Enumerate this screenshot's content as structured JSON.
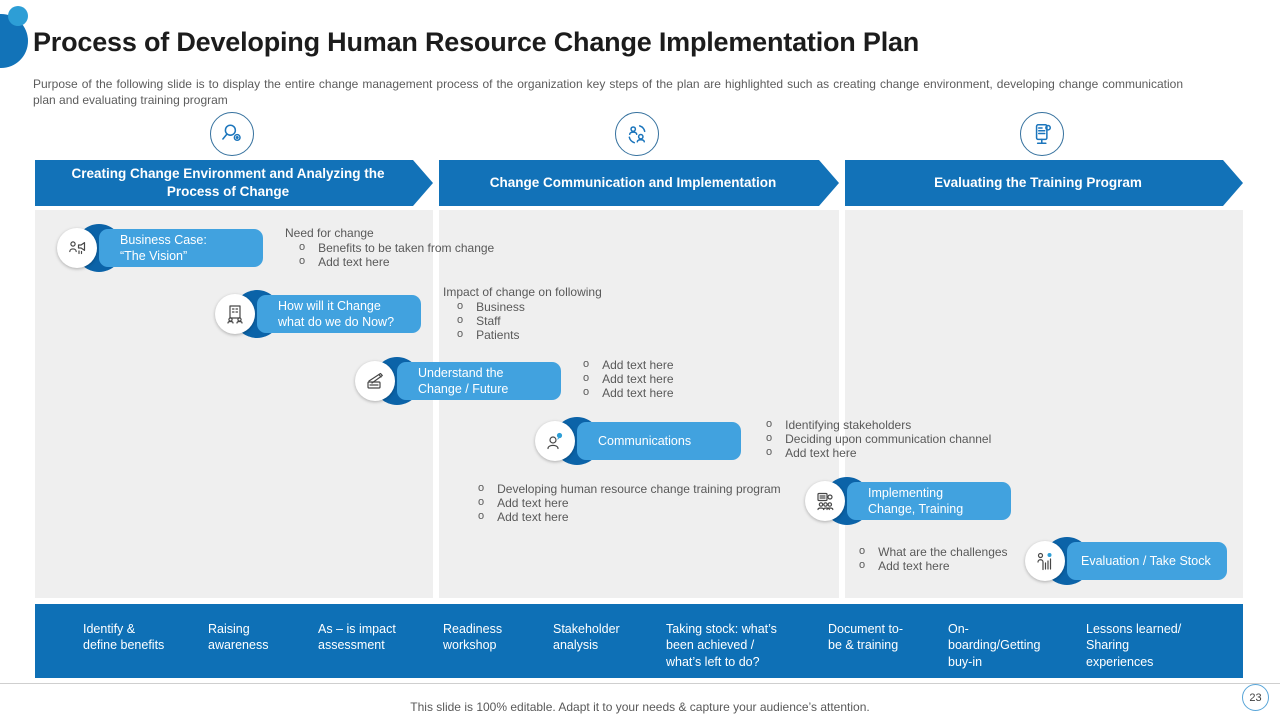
{
  "slide": {
    "title": "Process of Developing Human Resource Change Implementation Plan",
    "subtitle": "Purpose of the following slide is to display the entire change management process of the organization key steps of the plan are highlighted such as creating change environment,  developing  change communication plan and evaluating  training program",
    "footer": "This slide is 100% editable. Adapt it to your needs & capture your audience’s attention.",
    "page_number": "23"
  },
  "colors": {
    "primary_blue": "#1272B8",
    "light_blue": "#41A2DF",
    "crescent_blue": "#0B63A8",
    "panel_gray": "#EFEFEF",
    "text_gray": "#595959"
  },
  "columns": [
    {
      "header": "Creating Change Environment and Analyzing the Process of Change",
      "icon": "analysis-magnifier-icon"
    },
    {
      "header": "Change Communication and Implementation",
      "icon": "people-exchange-icon"
    },
    {
      "header": "Evaluating the Training Program",
      "icon": "training-screen-icon"
    }
  ],
  "steps": [
    {
      "label": "Business Case:\n“The  Vision”",
      "icon": "business-vision-icon",
      "notes": {
        "title": "Need for change",
        "bullets": [
          "Benefits to be taken from change",
          "Add text here"
        ]
      }
    },
    {
      "label": "How will it Change\nwhat do we do Now?",
      "icon": "organization-building-icon",
      "notes": {
        "title": "Impact of change on following",
        "bullets": [
          "Business",
          "Staff",
          "Patients"
        ]
      }
    },
    {
      "label": "Understand the\nChange / Future",
      "icon": "planning-tools-icon",
      "notes": {
        "title": "",
        "bullets": [
          "Add text here",
          "Add text here",
          "Add text here"
        ]
      }
    },
    {
      "label": "Communications",
      "icon": "person-chat-icon",
      "notes": {
        "title": "",
        "bullets": [
          "Identifying stakeholders",
          "Deciding upon communication channel",
          "Add text here"
        ]
      }
    },
    {
      "label": "Implementing\nChange, Training",
      "icon": "training-session-icon",
      "notes": {
        "title": "",
        "bullets": [
          "Developing  human resource change training program",
          "Add text here",
          "Add text here"
        ]
      }
    },
    {
      "label": "Evaluation / Take Stock",
      "icon": "evaluation-chart-icon",
      "notes": {
        "title": "",
        "bullets": [
          "What are the challenges",
          "Add text here"
        ]
      }
    }
  ],
  "timeline": [
    "Identify &\ndefine benefits",
    "Raising\nawareness",
    "As – is impact\nassessment",
    "Readiness\nworkshop",
    "Stakeholder\nanalysis",
    "Taking stock: what’s\nbeen achieved /\nwhat’s left to do?",
    "Document to-\nbe & training",
    "On-\nboarding/Getting\nbuy-in",
    "Lessons learned/\nSharing\nexperiences"
  ]
}
